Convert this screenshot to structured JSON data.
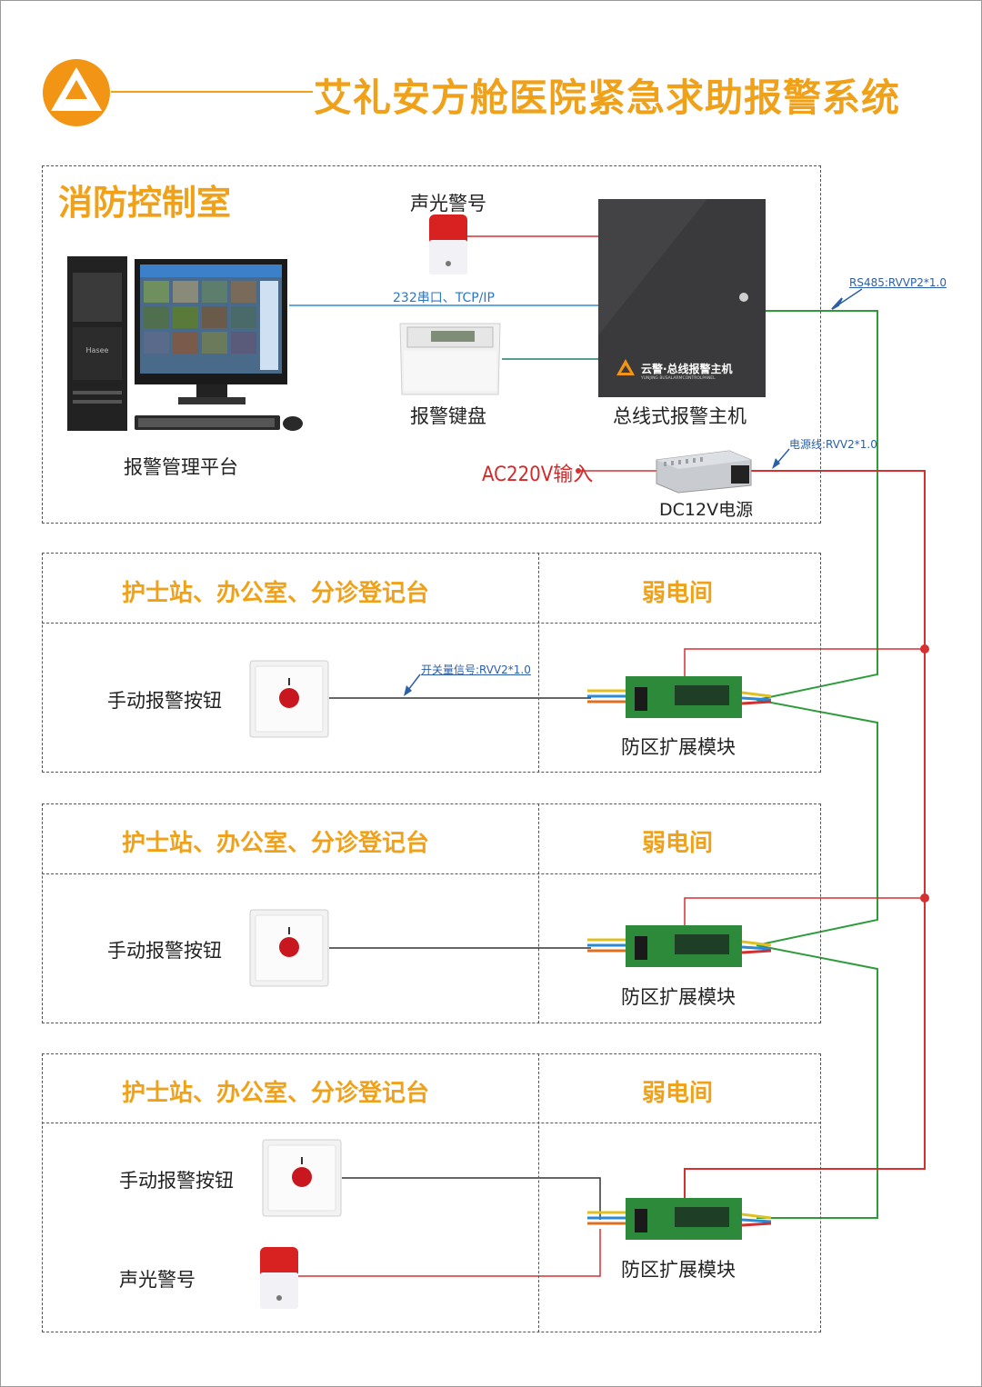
{
  "title": "艾礼安方舱医院紧急求助报警系统",
  "colors": {
    "accent": "#f0a11a",
    "wire_red": "#d63030",
    "wire_green": "#2e9c3a",
    "wire_blue": "#2a8fd6"
  },
  "control_room": {
    "name": "消防控制室",
    "pc_label": "报警管理平台",
    "siren_label": "声光警号",
    "keypad_label": "报警键盘",
    "host_label": "总线式报警主机",
    "host_brand": "云警·总线报警主机",
    "host_brand_sub": "YUNJING BUSALARMCONTROLPANEL",
    "pc_brand": "Hasee",
    "conn_label": "232串口、TCP/IP",
    "rs485_label": "RS485:RVVP2*1.0",
    "power_line_label": "电源线:RVV2*1.0",
    "ac_label": "AC220V输入",
    "psu_label": "DC12V电源"
  },
  "zones": [
    {
      "area_header": "护士站、办公室、分诊登记台",
      "room_header": "弱电间",
      "button_label": "手动报警按钮",
      "module_label": "防区扩展模块",
      "signal_label": "开关量信号:RVV2*1.0"
    },
    {
      "area_header": "护士站、办公室、分诊登记台",
      "room_header": "弱电间",
      "button_label": "手动报警按钮",
      "module_label": "防区扩展模块"
    },
    {
      "area_header": "护士站、办公室、分诊登记台",
      "room_header": "弱电间",
      "button_label": "手动报警按钮",
      "siren_label": "声光警号",
      "module_label": "防区扩展模块"
    }
  ]
}
